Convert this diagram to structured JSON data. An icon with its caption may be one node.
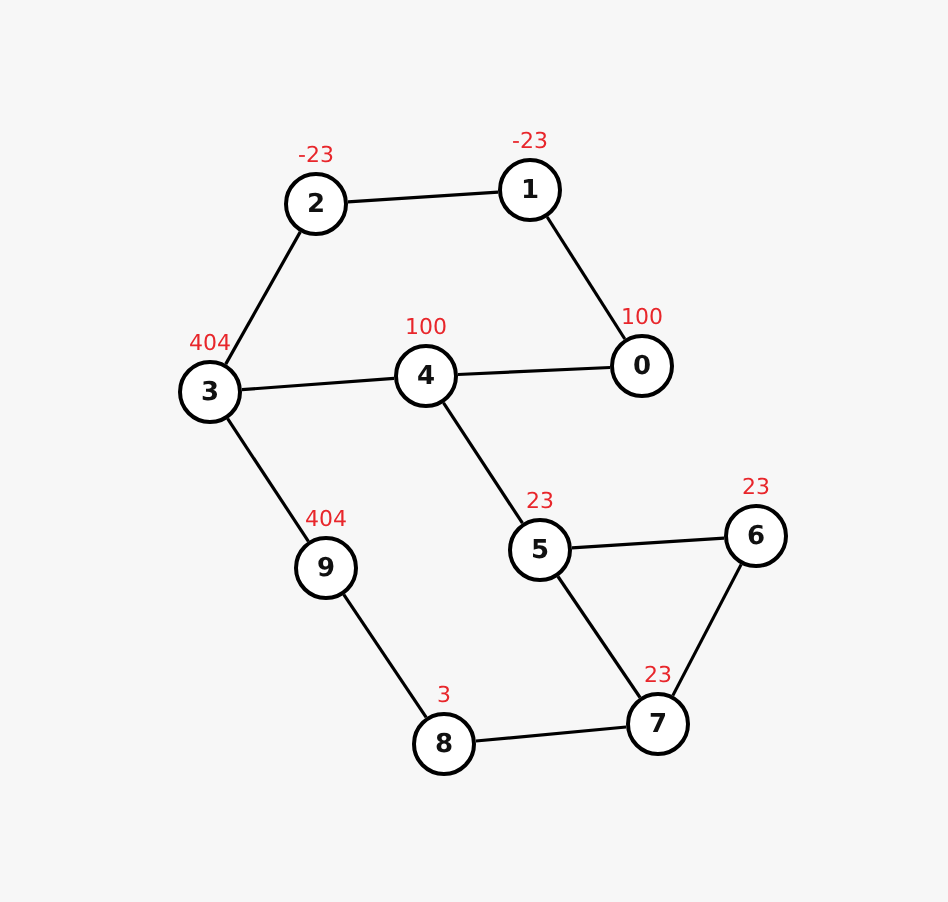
{
  "diagram": {
    "nodes": [
      {
        "text": [
          "0"
        ],
        "beside": [
          "100"
        ]
      },
      {
        "text": [
          "1"
        ],
        "beside": [
          "-23"
        ]
      },
      {
        "text": [
          "2"
        ],
        "beside": [
          "-23"
        ]
      },
      {
        "text": [
          "3"
        ],
        "beside": [
          "404"
        ]
      },
      {
        "text": [
          "4"
        ],
        "beside": [
          "100"
        ]
      },
      {
        "text": [
          "5"
        ],
        "beside": [
          "23"
        ]
      },
      {
        "text": [
          "6"
        ],
        "beside": [
          "23"
        ]
      },
      {
        "text": [
          "7"
        ],
        "beside": [
          "23"
        ]
      },
      {
        "text": [
          "8"
        ],
        "beside": [
          "3"
        ]
      },
      {
        "text": [
          "9"
        ],
        "beside": [
          "404"
        ]
      }
    ],
    "edges": [
      {
        "from": 2,
        "to": 1,
        "arrow": "none"
      },
      {
        "from": 1,
        "to": 0,
        "arrow": "none"
      },
      {
        "from": 2,
        "to": 3,
        "arrow": "none"
      },
      {
        "from": 3,
        "to": 4,
        "arrow": "none"
      },
      {
        "from": 4,
        "to": 0,
        "arrow": "none"
      },
      {
        "from": 3,
        "to": 9,
        "arrow": "none"
      },
      {
        "from": 4,
        "to": 5,
        "arrow": "none"
      },
      {
        "from": 5,
        "to": 6,
        "arrow": "none"
      },
      {
        "from": 5,
        "to": 7,
        "arrow": "none"
      },
      {
        "from": 6,
        "to": 7,
        "arrow": "none"
      },
      {
        "from": 9,
        "to": 8,
        "arrow": "none"
      },
      {
        "from": 8,
        "to": 7,
        "arrow": "none"
      }
    ]
  }
}
